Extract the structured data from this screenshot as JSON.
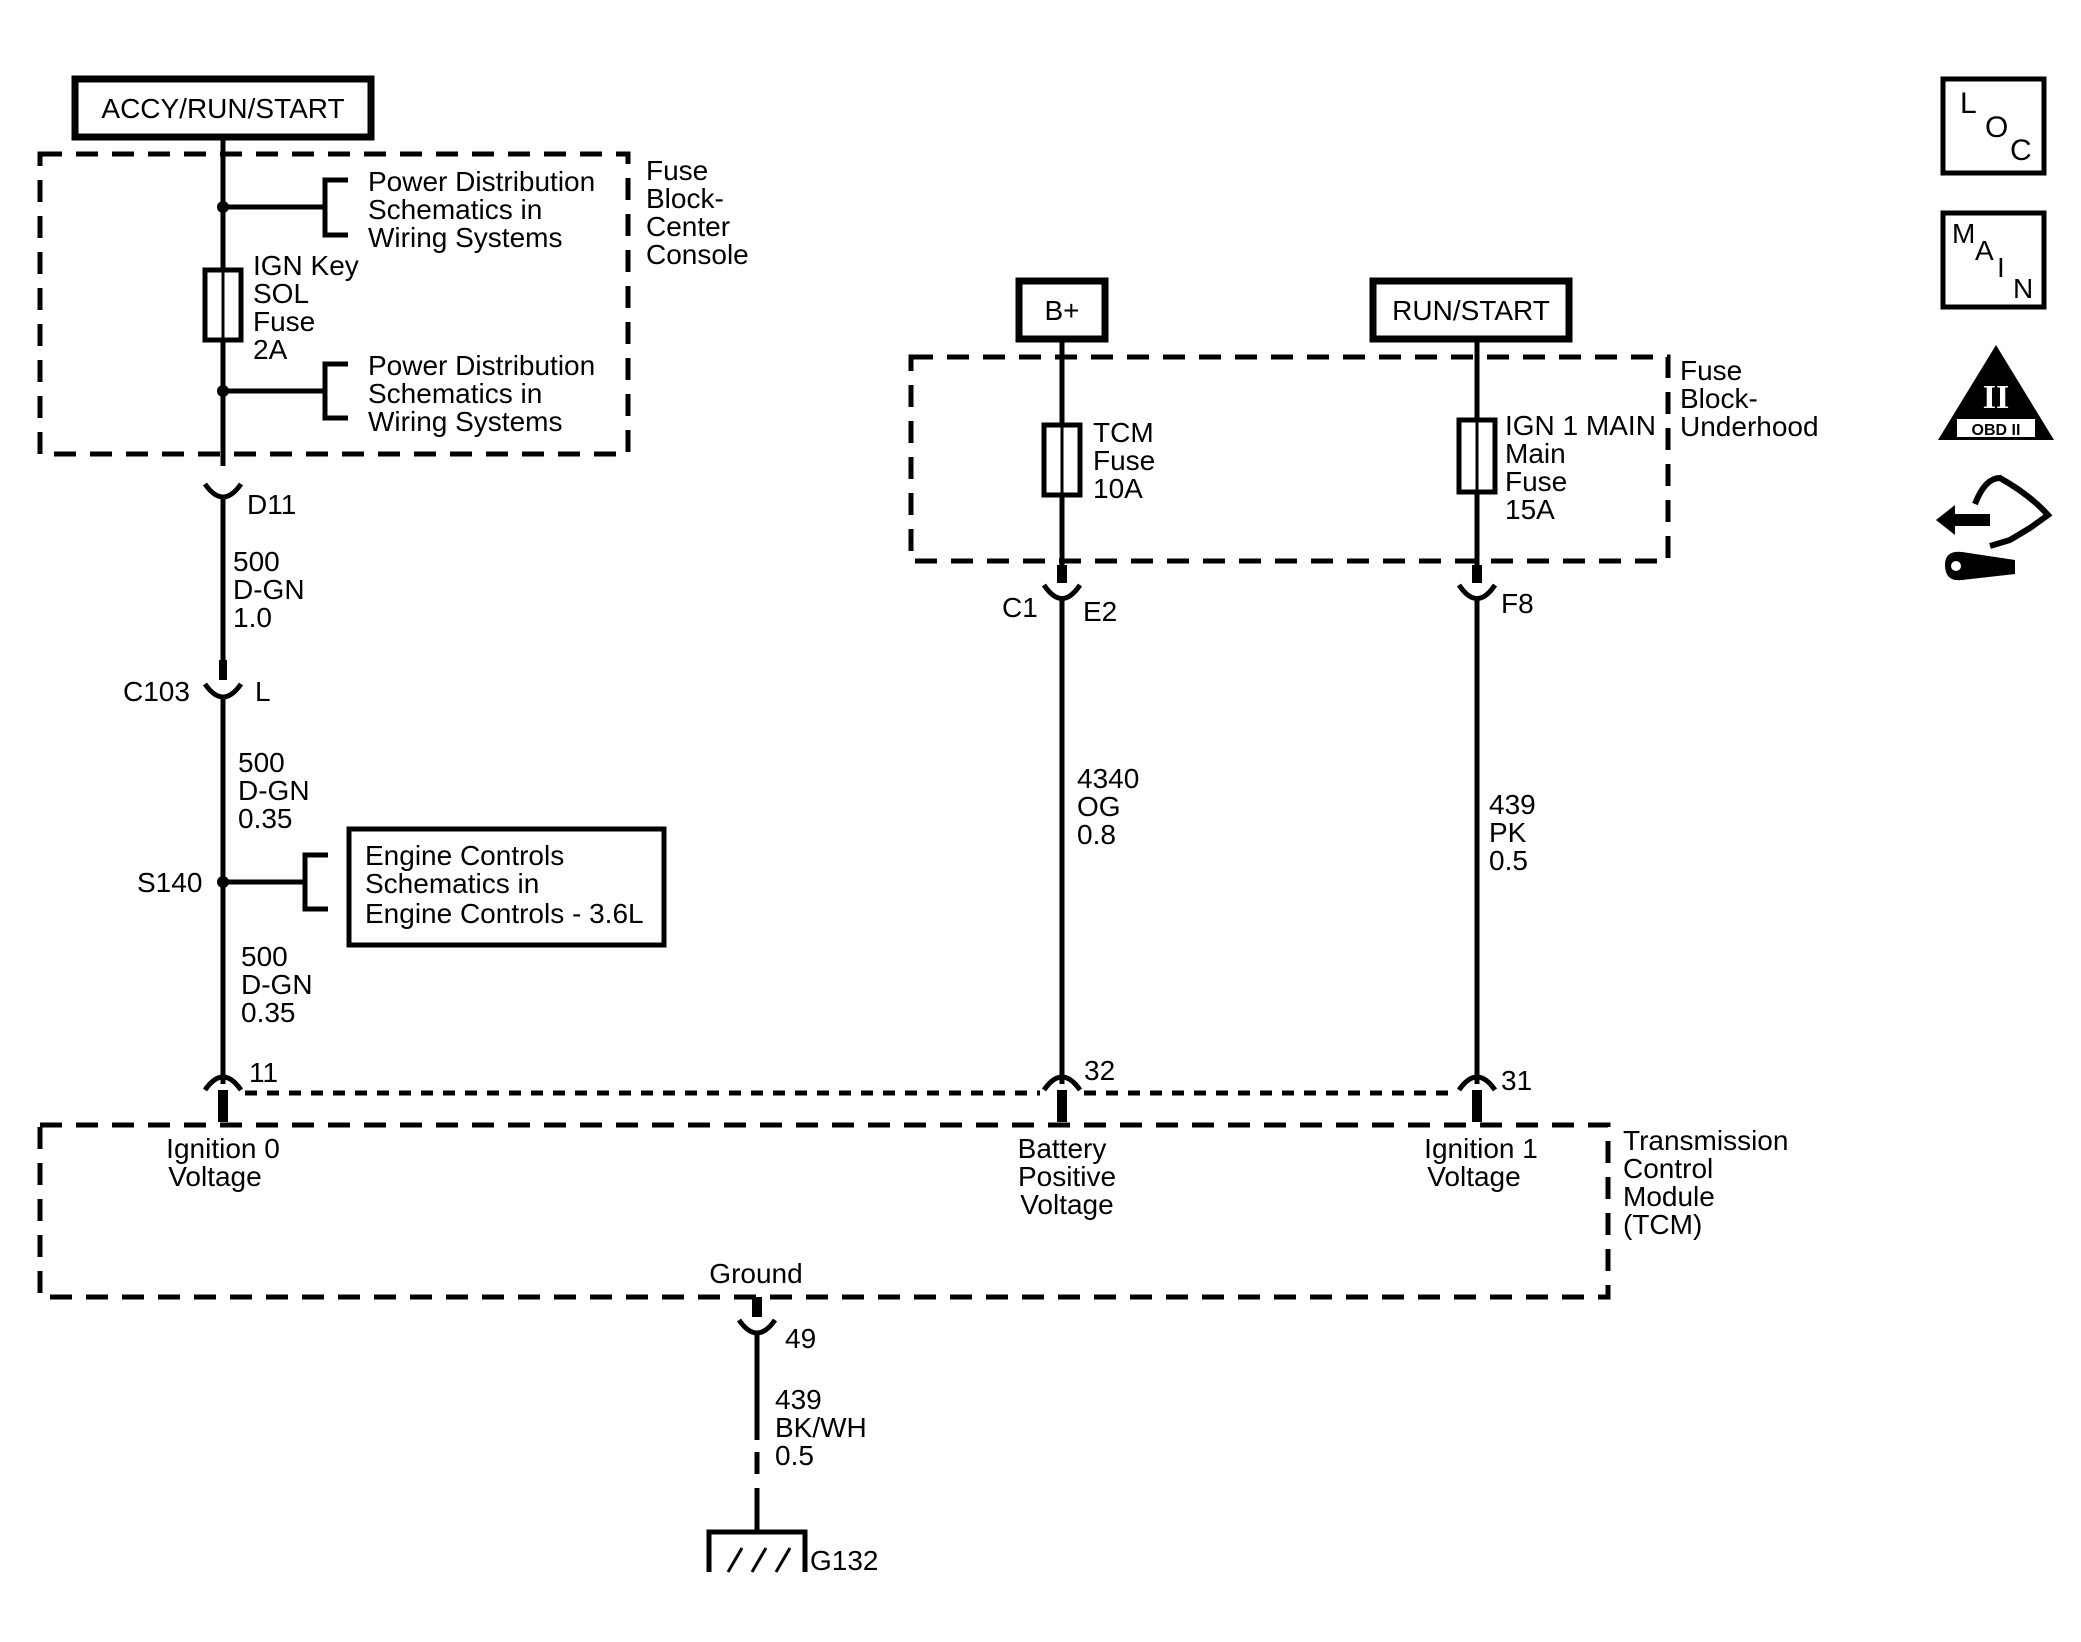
{
  "power_sources": {
    "accy_run_start": "ACCY/RUN/START",
    "b_plus": "B+",
    "run_start": "RUN/START"
  },
  "fuse_block_center": {
    "label": [
      "Fuse",
      "Block-",
      "Center",
      "Console"
    ],
    "fuse": [
      "IGN Key",
      "SOL",
      "Fuse",
      "2A"
    ],
    "ref_top": [
      "Power Distribution",
      "Schematics in",
      "Wiring Systems"
    ],
    "ref_bottom": [
      "Power Distribution",
      "Schematics in",
      "Wiring Systems"
    ]
  },
  "fuse_block_underhood": {
    "label": [
      "Fuse",
      "Block-",
      "Underhood"
    ],
    "tcm_fuse": [
      "TCM",
      "Fuse",
      "10A"
    ],
    "ign_fuse": [
      "IGN 1 MAIN",
      "Main",
      "Fuse",
      "15A"
    ]
  },
  "connectors": {
    "d11": "D11",
    "c103": "C103",
    "l": "L",
    "c1": "C1",
    "e2": "E2",
    "f8": "F8",
    "s140": "S140",
    "pin11": "11",
    "pin32": "32",
    "pin31": "31",
    "pin49": "49",
    "g132": "G132"
  },
  "wires": {
    "w1": [
      "500",
      "D-GN",
      "1.0"
    ],
    "w2": [
      "500",
      "D-GN",
      "0.35"
    ],
    "w3": [
      "500",
      "D-GN",
      "0.35"
    ],
    "w4": [
      "4340",
      "OG",
      "0.8"
    ],
    "w5": [
      "439",
      "PK",
      "0.5"
    ],
    "w6": [
      "439",
      "BK/WH",
      "0.5"
    ]
  },
  "engine_ref": [
    "Engine Controls",
    "Schematics in",
    "Engine Controls - 3.6L"
  ],
  "tcm": {
    "label": [
      "Transmission",
      "Control",
      "Module",
      "(TCM)"
    ],
    "ign0": [
      "Ignition 0",
      "Voltage"
    ],
    "bat": [
      "Battery",
      "Positive",
      "Voltage"
    ],
    "ign1": [
      "Ignition 1",
      "Voltage"
    ],
    "ground": "Ground"
  },
  "icons": {
    "loc": [
      "L",
      "O",
      "C"
    ],
    "main": [
      "M",
      "A",
      "I",
      "N"
    ],
    "obd": [
      "II",
      "OBD II"
    ],
    "names": [
      "loc-icon",
      "main-icon",
      "obd-ii-icon",
      "connector-tool-icon"
    ]
  }
}
